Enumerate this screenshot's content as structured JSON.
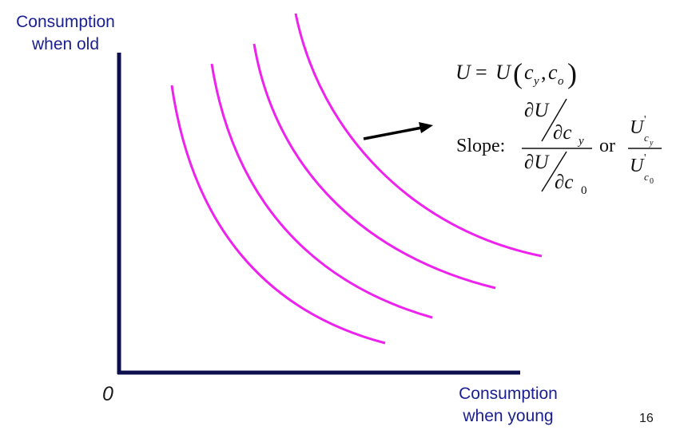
{
  "labels": {
    "y_axis": [
      "Consumption",
      "when old"
    ],
    "x_axis": [
      "Consumption",
      "when young"
    ],
    "origin": "0",
    "page_number": "16"
  },
  "formula": {
    "utility_function": "U = U(cy, co)",
    "slope_label": "Slope:",
    "or_word": "or",
    "mrs_fraction": {
      "numerator": "∂U / ∂cy",
      "denominator": "∂U / ∂c0"
    },
    "marginal_utility_ratio": {
      "numerator": "U'cy",
      "denominator": "U'c0"
    }
  },
  "colors": {
    "axes": "#0d0f4d",
    "curves": "#ee22ee",
    "arrow": "#000000",
    "labels": "#1a1f8f"
  },
  "indifference_curves": {
    "count": 4,
    "shape": "convex, downward sloping"
  }
}
